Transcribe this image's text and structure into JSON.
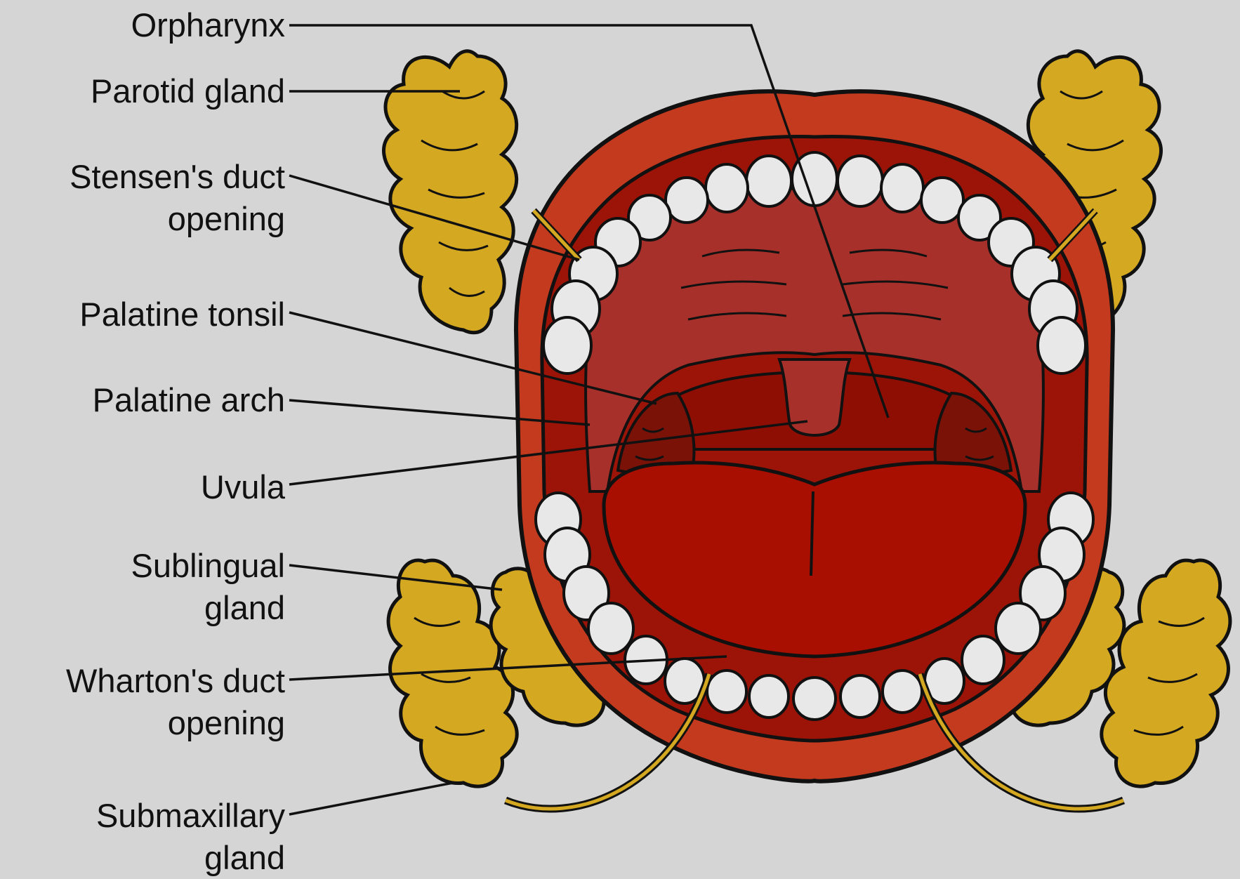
{
  "labels": {
    "orpharynx": "Orpharynx",
    "parotid_gland": "Parotid gland",
    "stensens_duct_1": "Stensen's duct",
    "stensens_duct_2": "opening",
    "palatine_tonsil": "Palatine tonsil",
    "palatine_arch": "Palatine arch",
    "uvula": "Uvula",
    "sublingual_1": "Sublingual",
    "sublingual_2": "gland",
    "whartons_duct_1": "Wharton's duct",
    "whartons_duct_2": "opening",
    "submaxillary_1": "Submaxillary",
    "submaxillary_2": "gland"
  },
  "colors": {
    "background": "#d5d5d5",
    "lips": "#c43a1e",
    "mouth_cavity": "#9c1408",
    "palate": "#a8302a",
    "tongue": "#a80f00",
    "teeth": "#e8e8e8",
    "gland": "#d4a820",
    "outline": "#111111"
  }
}
